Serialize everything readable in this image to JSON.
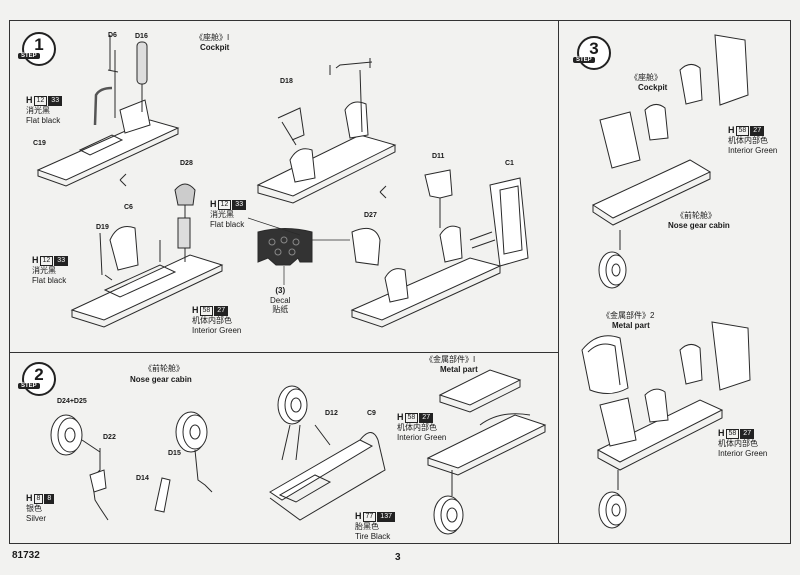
{
  "page": {
    "catalog_number": "81732",
    "page_number": "3"
  },
  "steps": {
    "s1": {
      "num": "1",
      "tag": "STEP"
    },
    "s2": {
      "num": "2",
      "tag": "STEP"
    },
    "s3": {
      "num": "3",
      "tag": "STEP"
    }
  },
  "sections": {
    "cockpit_1": {
      "cn": "《座舱》I",
      "en": "Cockpit"
    },
    "cockpit_3": {
      "cn": "《座舱》",
      "en": "Cockpit"
    },
    "nose_gear_2": {
      "cn": "《前轮舱》",
      "en": "Nose gear cabin"
    },
    "nose_gear_3": {
      "cn": "《前轮舱》",
      "en": "Nose gear cabin"
    },
    "metal_2": {
      "cn": "《金属部件》I",
      "en": "Metal part"
    },
    "metal_3": {
      "cn": "《金属部件》2",
      "en": "Metal part"
    }
  },
  "parts": {
    "D6": "D6",
    "D16": "D16",
    "C19": "C19",
    "D18": "D18",
    "D28": "D28",
    "C6": "C6",
    "D19": "D19",
    "D11": "D11",
    "C1": "C1",
    "D27": "D27",
    "D24D25": "D24+D25",
    "D22": "D22",
    "D15": "D15",
    "D14": "D14",
    "D12": "D12",
    "C9": "C9"
  },
  "paints": {
    "flat_black_a": {
      "letter": "H",
      "num": "12",
      "code": "33",
      "cn": "消光黑",
      "en": "Flat black"
    },
    "flat_black_b": {
      "letter": "H",
      "num": "12",
      "code": "33",
      "cn": "消光黑",
      "en": "Flat black"
    },
    "flat_black_c": {
      "letter": "H",
      "num": "12",
      "code": "33",
      "cn": "消光黑",
      "en": "Flat black"
    },
    "green_1": {
      "letter": "H",
      "num": "58",
      "code": "27",
      "cn": "机体内部色",
      "en": "Interior Green"
    },
    "green_2": {
      "letter": "H",
      "num": "58",
      "code": "27",
      "cn": "机体内部色",
      "en": "Interior Green"
    },
    "green_3a": {
      "letter": "H",
      "num": "58",
      "code": "27",
      "cn": "机体内部色",
      "en": "Interior Green"
    },
    "green_3b": {
      "letter": "H",
      "num": "58",
      "code": "27",
      "cn": "机体内部色",
      "en": "Interior Green"
    },
    "silver": {
      "letter": "H",
      "num": "8",
      "code": "8",
      "cn": "银色",
      "en": "Silver"
    },
    "tire": {
      "letter": "H",
      "num": "77",
      "code": "137",
      "cn": "胎黑色",
      "en": "Tire Black"
    }
  },
  "decal": {
    "num": "(3)",
    "en": "Decal",
    "cn": "贴纸"
  }
}
